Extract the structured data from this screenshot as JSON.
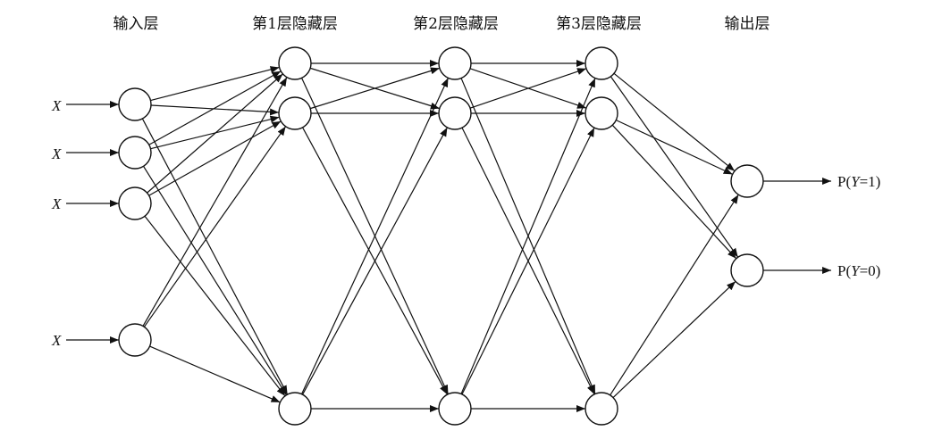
{
  "layers": [
    {
      "title": "输入层"
    },
    {
      "title": "第1层隐藏层"
    },
    {
      "title": "第2层隐藏层"
    },
    {
      "title": "第3层隐藏层"
    },
    {
      "title": "输出层"
    }
  ],
  "inputs": [
    {
      "label": "X"
    },
    {
      "label": "X"
    },
    {
      "label": "X"
    },
    {
      "label": "X"
    }
  ],
  "outputs": [
    {
      "prefix": "P(",
      "var": "Y",
      "suffix": "=1)"
    },
    {
      "prefix": "P(",
      "var": "Y",
      "suffix": "=0)"
    }
  ],
  "colors": {
    "stroke": "#111111",
    "background": "#ffffff"
  }
}
